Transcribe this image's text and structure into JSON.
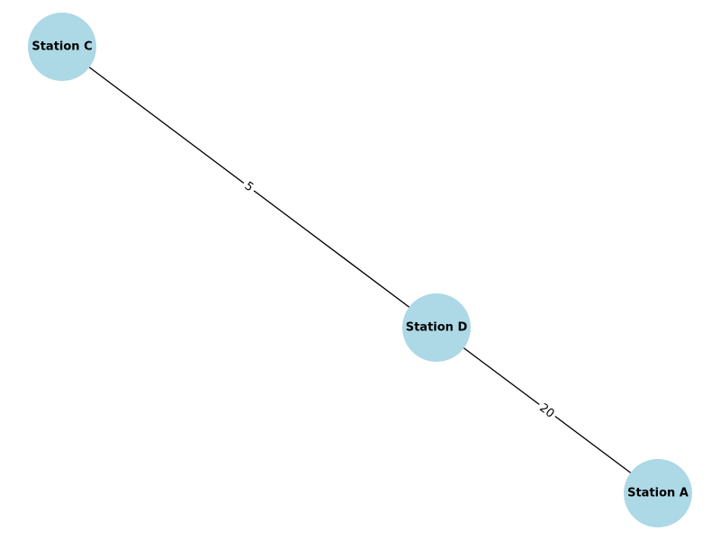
{
  "colors": {
    "node_fill": "#add8e6",
    "edge": "#000000",
    "background": "#ffffff"
  },
  "nodes": [
    {
      "id": "C",
      "label": "Station C"
    },
    {
      "id": "D",
      "label": "Station D"
    },
    {
      "id": "A",
      "label": "Station A"
    }
  ],
  "edges": [
    {
      "from": "C",
      "to": "D",
      "label": "5"
    },
    {
      "from": "D",
      "to": "A",
      "label": "20"
    }
  ]
}
